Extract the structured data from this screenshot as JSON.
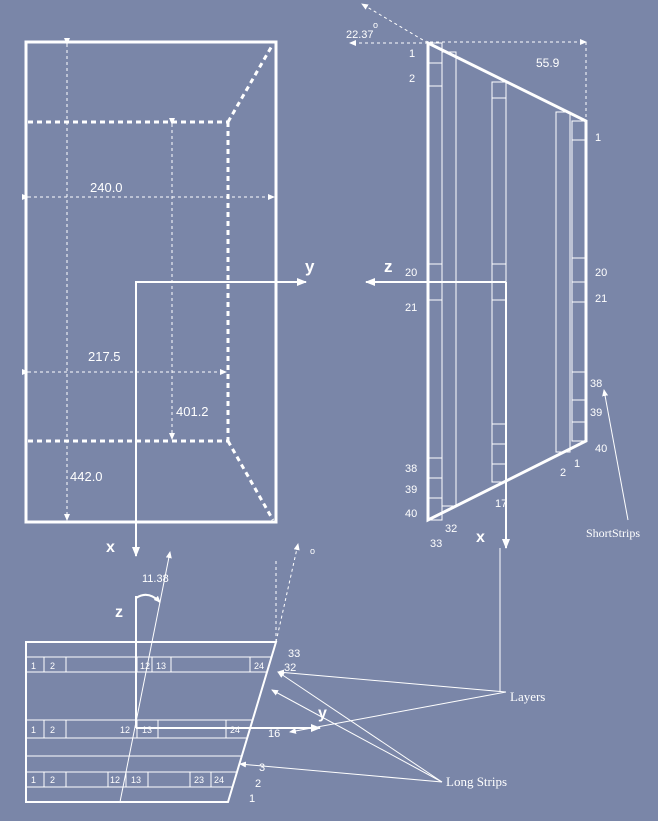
{
  "colors": {
    "background": "#7a86a8",
    "line": "#ffffff"
  },
  "front_view": {
    "dim_width": "240.0",
    "dim_inner_width": "217.5",
    "dim_inner_height": "401.2",
    "dim_height": "442.0",
    "axis_y": "y",
    "axis_x": "x"
  },
  "side_view": {
    "angle": "22.37",
    "angle_unit": "o",
    "dim_top": "55.9",
    "axis_z": "z",
    "axis_x": "x",
    "left_labels": [
      "1",
      "2",
      "20",
      "21",
      "38",
      "39",
      "40",
      "33",
      "32",
      "17"
    ],
    "right_labels": [
      "1",
      "20",
      "21",
      "38",
      "39",
      "40",
      "1",
      "2"
    ],
    "short_strips": "ShortStrips"
  },
  "bottom_view": {
    "angle": "11.38",
    "angle_unit": "o",
    "axis_z": "z",
    "axis_y": "y",
    "row_top_cells": [
      "1",
      "2",
      "12",
      "13",
      "24"
    ],
    "row_mid_cells": [
      "1",
      "2",
      "12",
      "13",
      "24"
    ],
    "row_bottom_cells": [
      "1",
      "2",
      "12",
      "13",
      "23",
      "24"
    ],
    "right_labels": [
      "33",
      "32",
      "16",
      "3",
      "2",
      "1"
    ],
    "layers": "Layers",
    "long_strips": "Long Strips"
  }
}
